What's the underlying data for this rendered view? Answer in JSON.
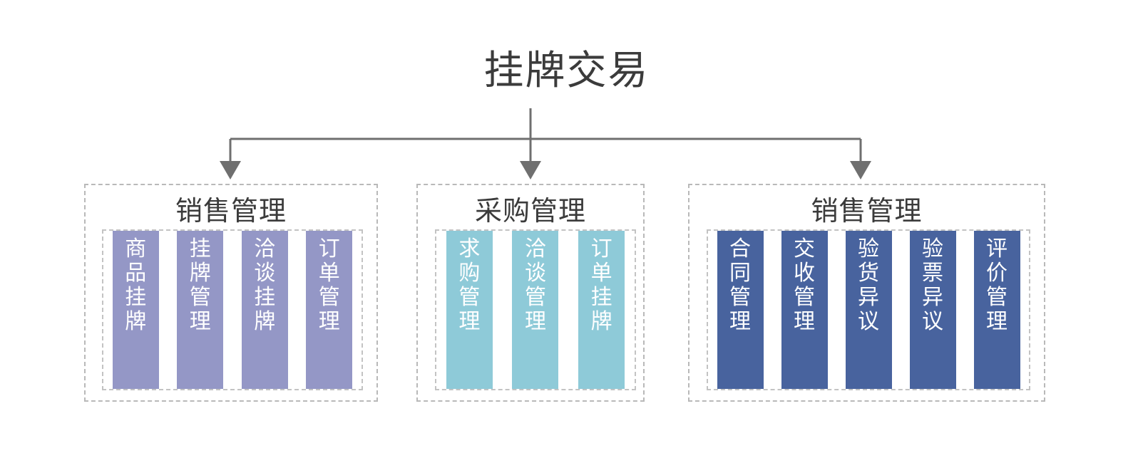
{
  "diagram": {
    "title": "挂牌交易",
    "connector": {
      "style": "orthogonal-down-arrows",
      "color": "#6f6f6f",
      "branch_count": 3
    },
    "groups": [
      {
        "id": "sales-management-front",
        "title": "销售管理",
        "accent_color": "#9497c6",
        "items": [
          {
            "label": "商品挂牌"
          },
          {
            "label": "挂牌管理"
          },
          {
            "label": "洽谈挂牌"
          },
          {
            "label": "订单管理"
          }
        ]
      },
      {
        "id": "purchase-management",
        "title": "采购管理",
        "accent_color": "#8ecad8",
        "items": [
          {
            "label": "求购管理"
          },
          {
            "label": "洽谈管理"
          },
          {
            "label": "订单挂牌"
          }
        ]
      },
      {
        "id": "sales-management-back",
        "title": "销售管理",
        "accent_color": "#48639e",
        "items": [
          {
            "label": "合同管理"
          },
          {
            "label": "交收管理"
          },
          {
            "label": "验货异议"
          },
          {
            "label": "验票异议"
          },
          {
            "label": "评价管理"
          }
        ]
      }
    ]
  }
}
